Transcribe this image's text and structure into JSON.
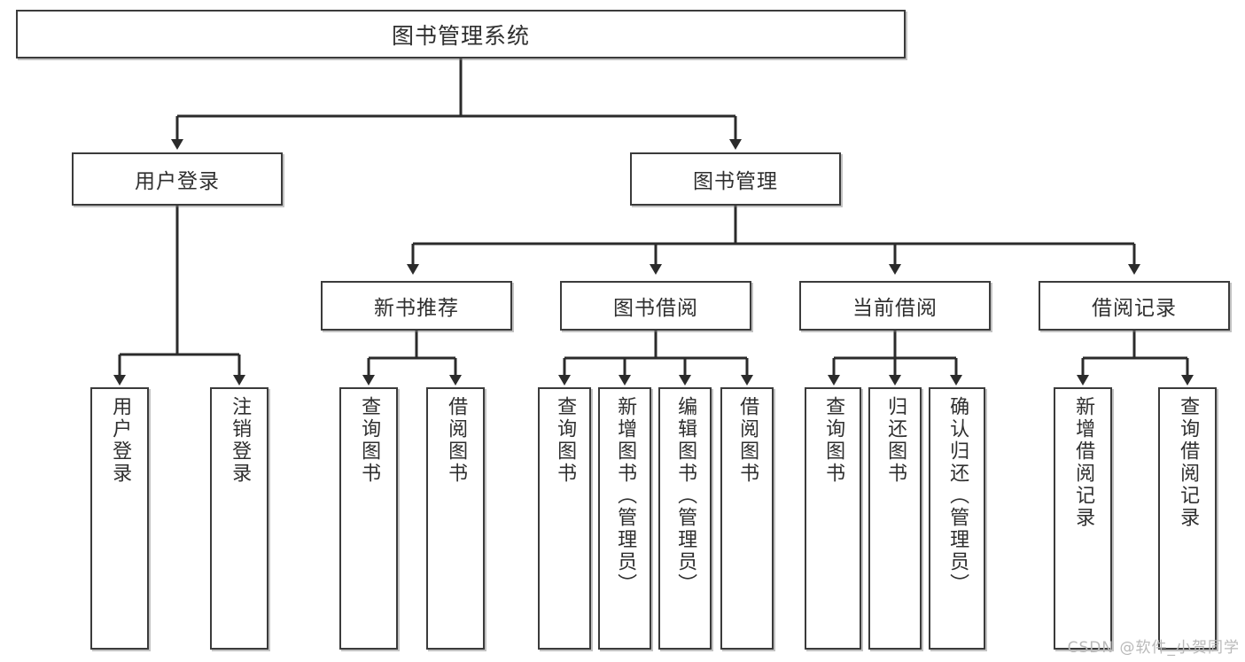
{
  "diagram": {
    "title": "图书管理系统",
    "type": "hierarchy-tree",
    "watermark": "CSDN @软件_小贺同学",
    "colors": {
      "box_border": "#3b3b3b",
      "box_fill": "#ffffff",
      "text": "#2f2f2f",
      "connector": "#2b2b2b",
      "watermark": "#b9b9b9"
    },
    "levels": {
      "level1": [
        {
          "id": "root",
          "label": "图书管理系统"
        }
      ],
      "level2": [
        {
          "id": "user-login",
          "label": "用户登录"
        },
        {
          "id": "book-manage",
          "label": "图书管理"
        }
      ],
      "level3": [
        {
          "id": "new-book-rec",
          "label": "新书推荐"
        },
        {
          "id": "book-borrow",
          "label": "图书借阅"
        },
        {
          "id": "current-borrow",
          "label": "当前借阅"
        },
        {
          "id": "borrow-record",
          "label": "借阅记录"
        }
      ],
      "level4": [
        {
          "id": "leaf-user-login",
          "label": "用户登录",
          "parent": "用户登录"
        },
        {
          "id": "leaf-user-logout",
          "label": "注销登录",
          "parent": "用户登录"
        },
        {
          "id": "leaf-query-book-1",
          "label": "查询图书",
          "parent": "新书推荐"
        },
        {
          "id": "leaf-borrow-book-1",
          "label": "借阅图书",
          "parent": "新书推荐"
        },
        {
          "id": "leaf-query-book-2",
          "label": "查询图书",
          "parent": "图书借阅"
        },
        {
          "id": "leaf-add-book",
          "label": "新增图书（管理员）",
          "parent": "图书借阅"
        },
        {
          "id": "leaf-edit-book",
          "label": "编辑图书（管理员）",
          "parent": "图书借阅"
        },
        {
          "id": "leaf-borrow-book-2",
          "label": "借阅图书",
          "parent": "图书借阅"
        },
        {
          "id": "leaf-query-book-3",
          "label": "查询图书",
          "parent": "当前借阅"
        },
        {
          "id": "leaf-return-book",
          "label": "归还图书",
          "parent": "当前借阅"
        },
        {
          "id": "leaf-confirm-return",
          "label": "确认归还（管理员）",
          "parent": "当前借阅"
        },
        {
          "id": "leaf-add-record",
          "label": "新增借阅记录",
          "parent": "借阅记录"
        },
        {
          "id": "leaf-query-record",
          "label": "查询借阅记录",
          "parent": "借阅记录"
        }
      ]
    }
  }
}
